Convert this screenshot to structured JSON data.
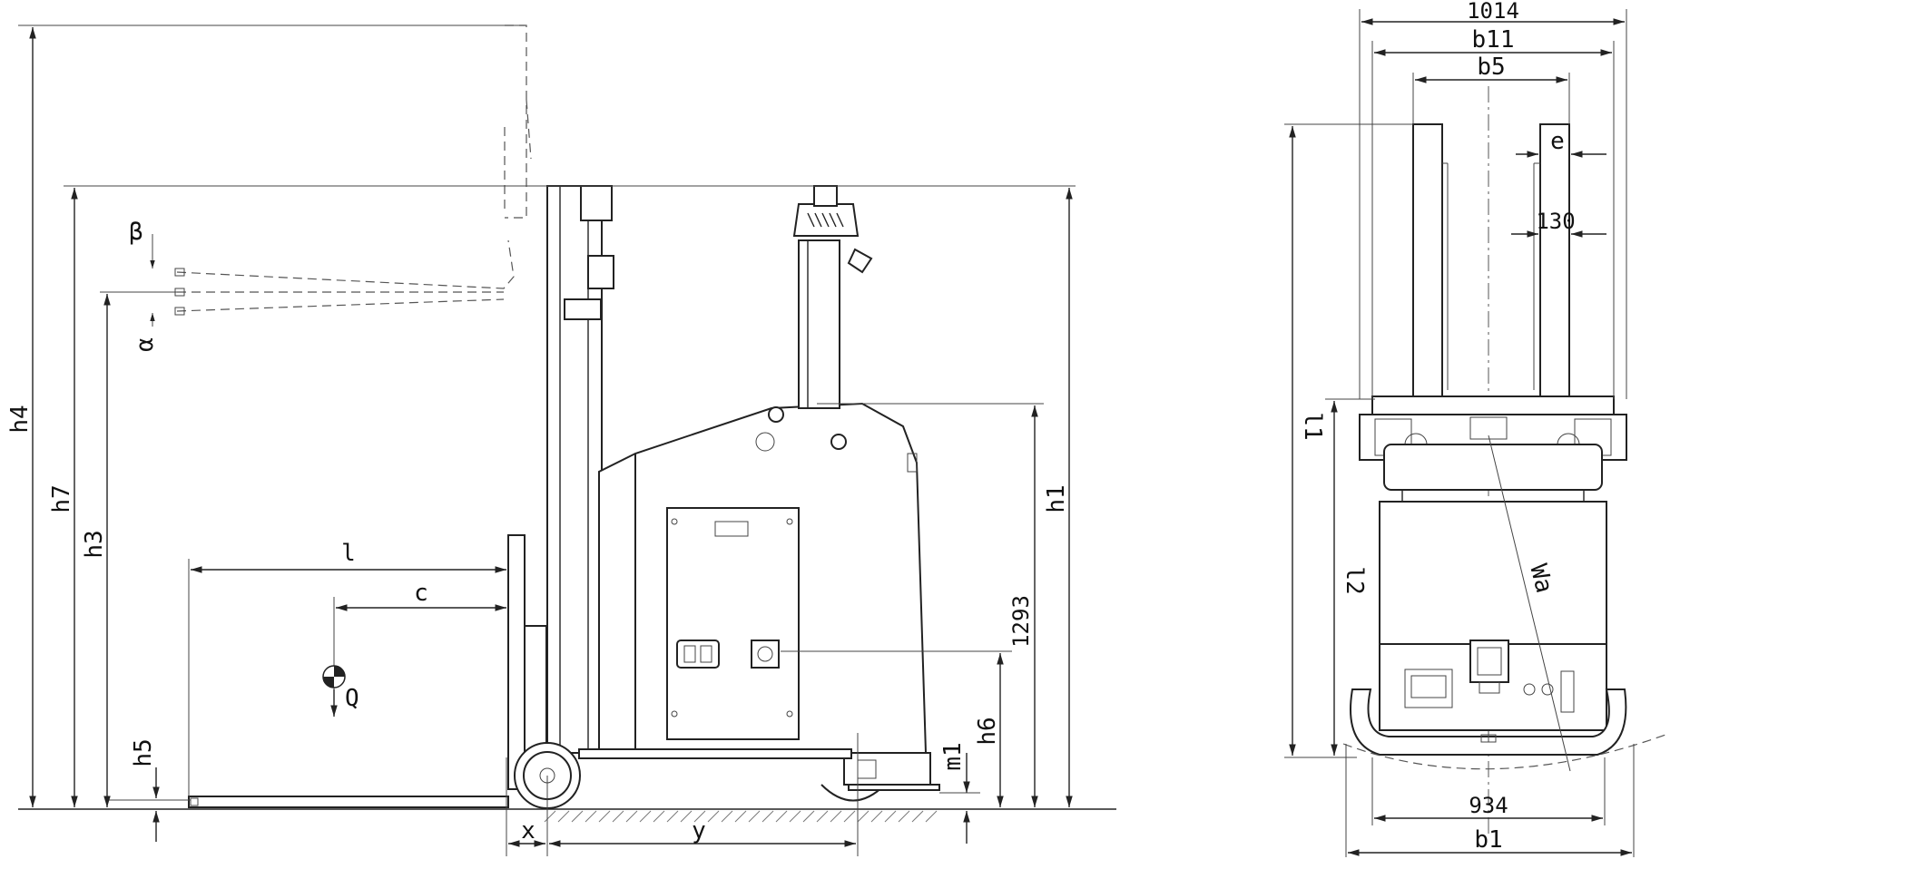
{
  "side_view": {
    "height_labels": {
      "h4": "h4",
      "h7": "h7",
      "h3": "h3",
      "h1": "h1",
      "h6": "h6",
      "h5": "h5",
      "m1": "m1"
    },
    "length_labels": {
      "l": "l",
      "c": "c",
      "x": "x",
      "y": "y"
    },
    "dimension_value": "1293",
    "angle_labels": {
      "beta": "β",
      "alpha": "α"
    },
    "load_label": "Q"
  },
  "front_view": {
    "widths": {
      "overall": "1014",
      "b11": "b11",
      "b5": "b5",
      "e": "e",
      "fork_width": "130",
      "wheelbase": "934",
      "b1": "b1"
    },
    "lengths": {
      "l1": "l1",
      "l2": "l2"
    },
    "turning_radius": "Wa"
  }
}
